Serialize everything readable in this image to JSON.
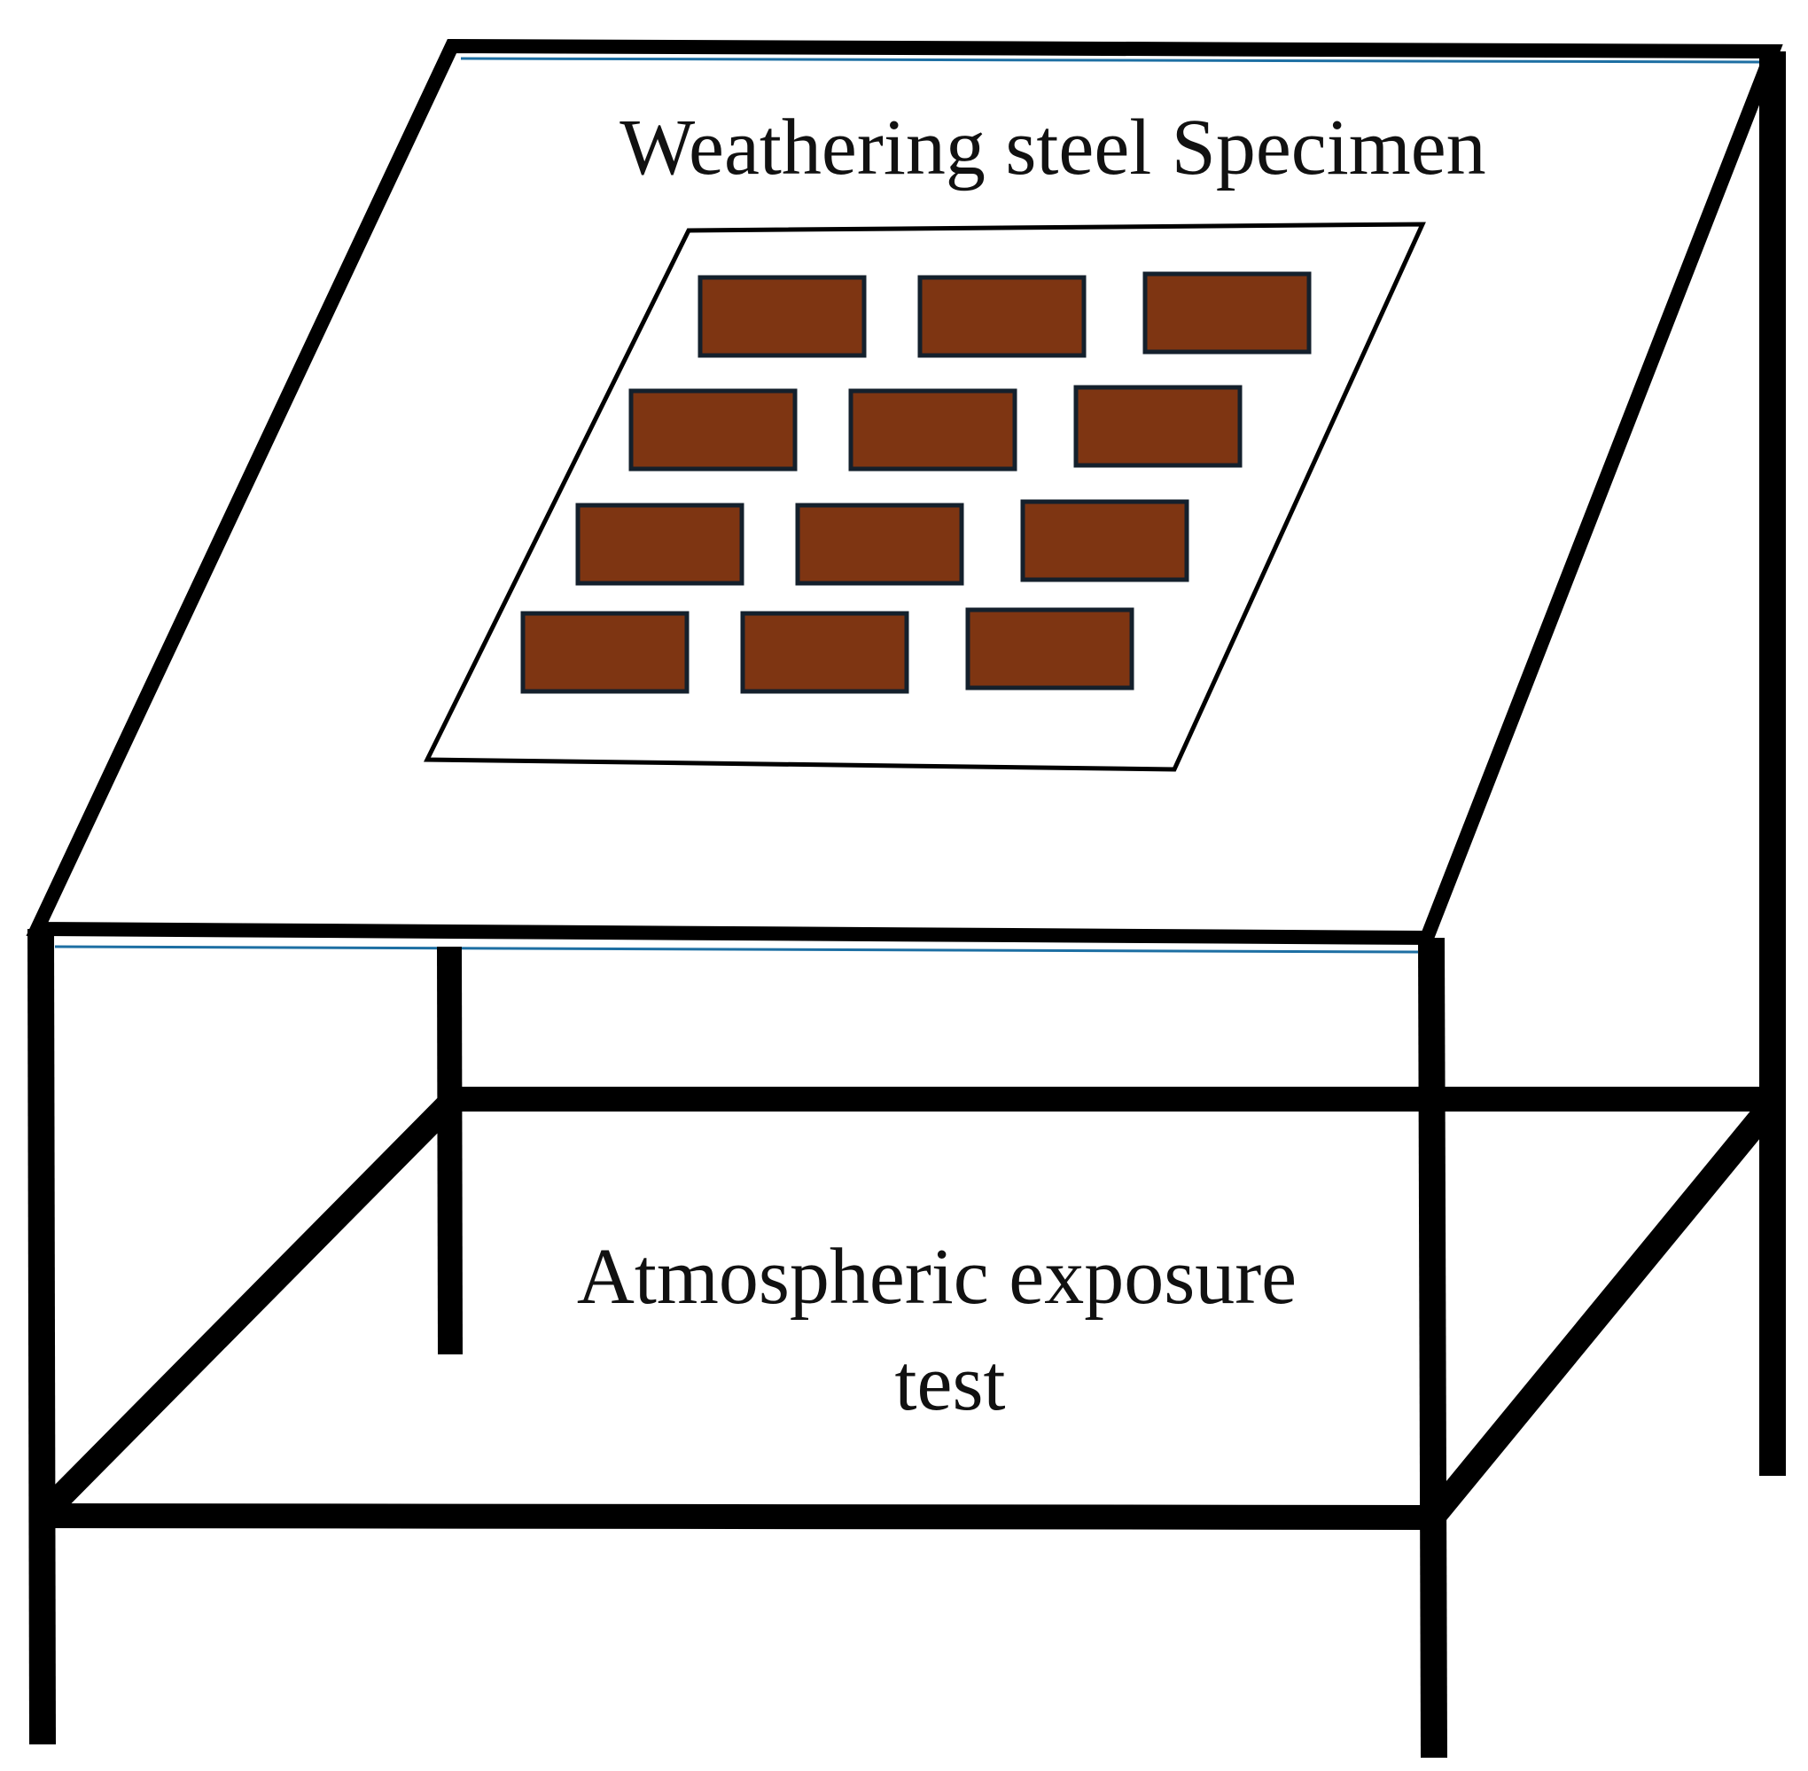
{
  "labels": {
    "top": "Weathering steel Specimen",
    "bottom_line1": "Atmospheric exposure",
    "bottom_line2": "test"
  },
  "specimens": {
    "rows": 4,
    "per_row": 3,
    "fill": "#7e3512",
    "border": "#14202c"
  },
  "colors": {
    "frame": "#000000",
    "edge_accent": "#1d6fa3"
  }
}
